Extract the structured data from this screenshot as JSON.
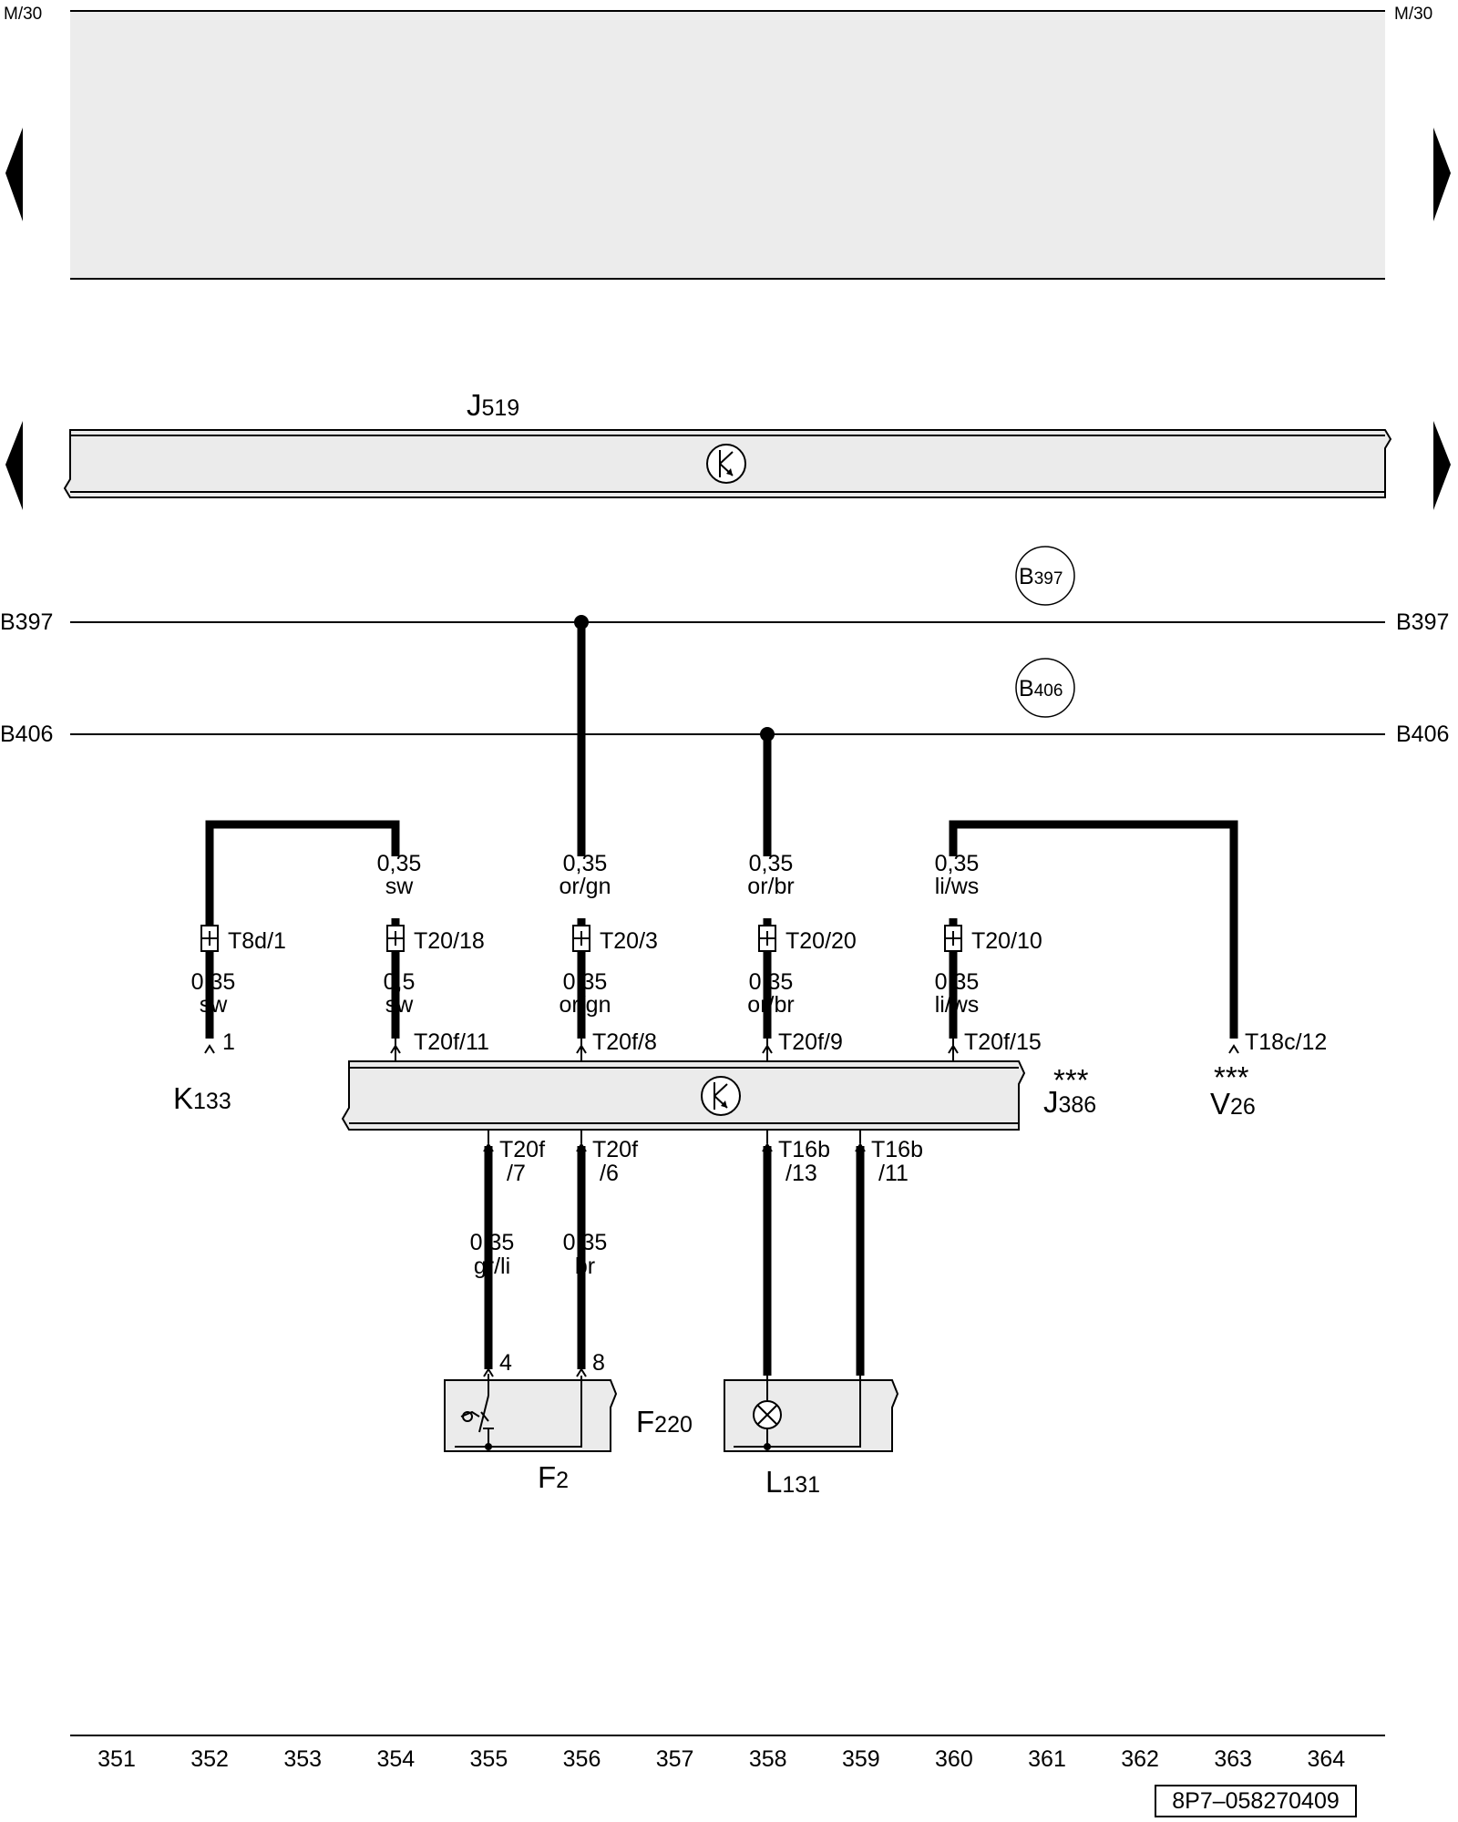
{
  "header": {
    "left_label": "M/30",
    "right_label": "M/30"
  },
  "buses": [
    {
      "id": "B397",
      "left": "B397",
      "right": "B397",
      "circle": "B",
      "circle_sub": "397"
    },
    {
      "id": "B406",
      "left": "B406",
      "right": "B406",
      "circle": "B",
      "circle_sub": "406"
    }
  ],
  "components": {
    "j519": {
      "letter": "J",
      "sub": "519"
    },
    "j386": {
      "letter": "J",
      "sub": "386",
      "stars": "***"
    },
    "k133": {
      "letter": "K",
      "sub": "133"
    },
    "v26": {
      "letter": "V",
      "sub": "26",
      "stars": "***"
    },
    "f220": {
      "letter": "F",
      "sub": "220"
    },
    "f2": {
      "letter": "F",
      "sub": "2"
    },
    "l131": {
      "letter": "L",
      "sub": "131"
    }
  },
  "wires": {
    "w352": {
      "top_size": "0,35",
      "top_color": "sw",
      "connector": "T8d/1",
      "bottom_size": "0,35",
      "bottom_color": "sw",
      "pin": "1"
    },
    "w354": {
      "top_size": "0,35",
      "top_color": "sw",
      "connector": "T20/18",
      "bottom_size": "0,5",
      "bottom_color": "sw",
      "pin": "T20f/11"
    },
    "w356": {
      "top_size": "0,35",
      "top_color": "or/gn",
      "connector": "T20/3",
      "bottom_size": "0,35",
      "bottom_color": "or/gn",
      "pin": "T20f/8"
    },
    "w358": {
      "top_size": "0,35",
      "top_color": "or/br",
      "connector": "T20/20",
      "bottom_size": "0,35",
      "bottom_color": "or/br",
      "pin": "T20f/9"
    },
    "w360": {
      "top_size": "0,35",
      "top_color": "li/ws",
      "connector": "T20/10",
      "bottom_size": "0,35",
      "bottom_color": "li/ws",
      "pin": "T20f/15"
    },
    "v26_pin": "T18c/12"
  },
  "lower": {
    "p355": {
      "pin_a": "T20f",
      "pin_b": "/7",
      "size": "0,35",
      "color": "gr/li",
      "end_pin": "4"
    },
    "p356": {
      "pin_a": "T20f",
      "pin_b": "/6",
      "size": "0,35",
      "color": "br",
      "end_pin": "8"
    },
    "p358": {
      "pin_a": "T16b",
      "pin_b": "/13"
    },
    "p359": {
      "pin_a": "T16b",
      "pin_b": "/11"
    }
  },
  "columns": [
    "351",
    "352",
    "353",
    "354",
    "355",
    "356",
    "357",
    "358",
    "359",
    "360",
    "361",
    "362",
    "363",
    "364"
  ],
  "doc_id": "8P7–058270409"
}
